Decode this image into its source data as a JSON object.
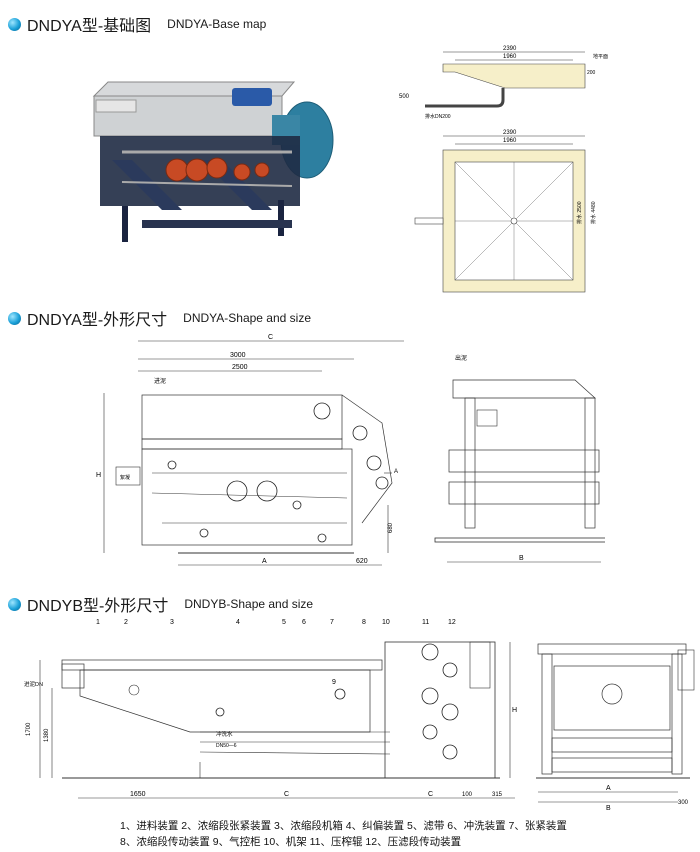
{
  "sections": [
    {
      "cn": "DNDYA型-基础图",
      "en": "DNDYA-Base map"
    },
    {
      "cn": "DNDYA型-外形尺寸",
      "en": "DNDYA-Shape and size"
    },
    {
      "cn": "DNDYB型-外形尺寸",
      "en": "DNDYB-Shape and size"
    }
  ],
  "base_map": {
    "top_dim_outer": "2390",
    "top_dim_inner": "1960",
    "side_dim": "500",
    "right_dim": "200",
    "note_left": "排水DN200",
    "note_right": "地平面",
    "plan_dim_outer": "2390",
    "plan_dim_inner": "1960",
    "plan_side_a": "排水 2500",
    "plan_side_b": "排水 4480"
  },
  "dndya": {
    "dim_c": "C",
    "dim_3000": "3000",
    "dim_2500": "2500",
    "dim_a": "A",
    "dim_620": "620",
    "dim_h": "H",
    "dim_680": "680",
    "dim_b": "B",
    "label_feed": "进泥",
    "label_outlet": "出泥",
    "label_flocc": "絮凝",
    "label_arrow": "A"
  },
  "dndyb": {
    "callouts": [
      "1",
      "2",
      "3",
      "4",
      "5",
      "6",
      "7",
      "8",
      "9",
      "10",
      "11",
      "12"
    ],
    "dim_1700": "1700",
    "dim_1380": "1380",
    "dim_1650": "1650",
    "dim_c1": "C",
    "dim_c2": "C",
    "dim_100": "100",
    "dim_315": "315",
    "dim_h": "H",
    "dim_a": "A",
    "dim_b": "B",
    "dim_300": "300",
    "label_inlet": "进泥DN",
    "label_wash": "冲洗水",
    "label_wash2": "DN50—6"
  },
  "legend": [
    "1、进料装置 2、浓缩段张紧装置 3、浓缩段机箱 4、纠偏装置 5、滤带 6、冲洗装置 7、张紧装置",
    "8、浓缩段传动装置 9、气控柜 10、机架 11、压榨辊 12、压滤段传动装置"
  ]
}
